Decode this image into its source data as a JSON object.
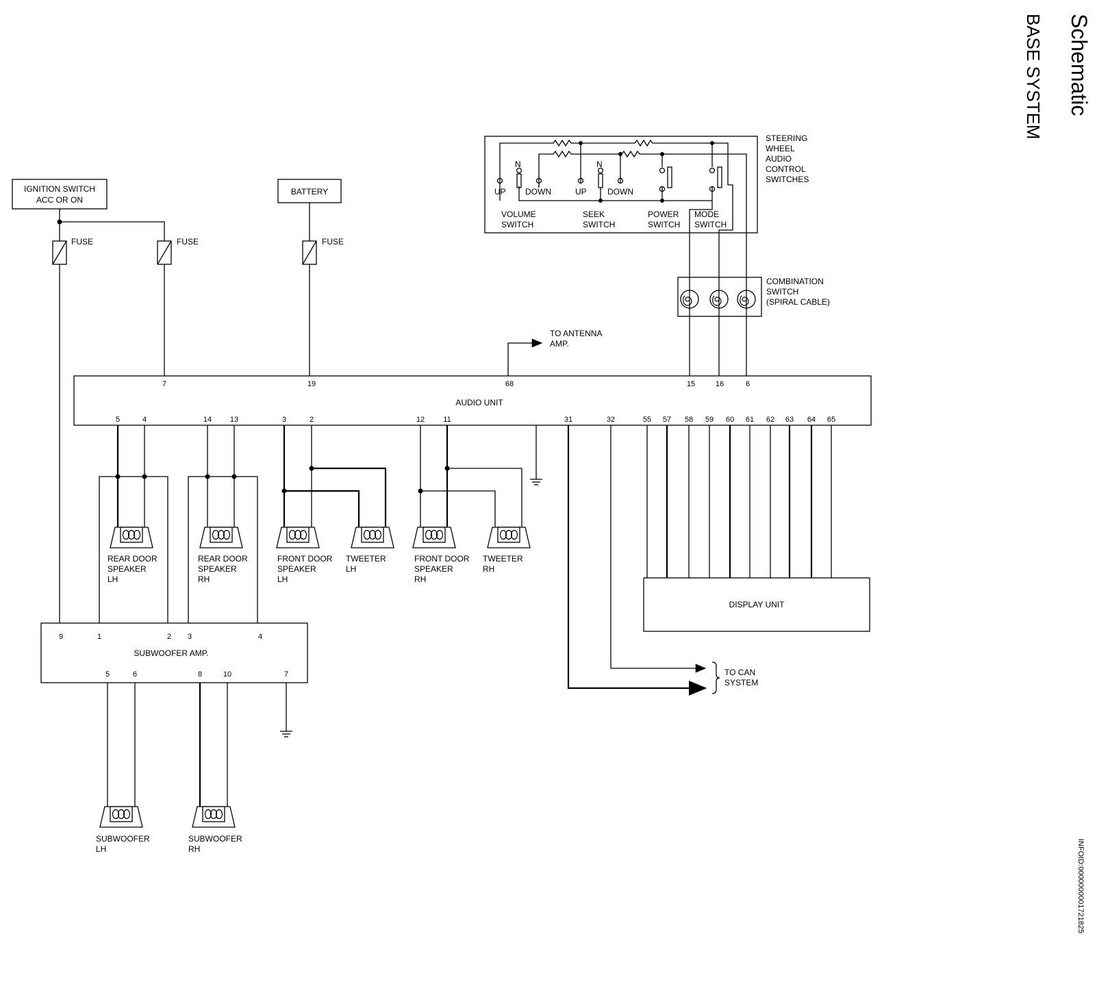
{
  "header": {
    "title": "Schematic",
    "subtitle": "BASE SYSTEM",
    "info_id": "INFOID:0000000001721825"
  },
  "power": {
    "ignition_line1": "IGNITION SWITCH",
    "ignition_line2": "ACC OR ON",
    "battery": "BATTERY",
    "fuse": "FUSE"
  },
  "steering": {
    "label": [
      "STEERING",
      "WHEEL",
      "AUDIO",
      "CONTROL",
      "SWITCHES"
    ],
    "n": "N",
    "up": "UP",
    "down": "DOWN",
    "volume": [
      "VOLUME",
      "SWITCH"
    ],
    "seek": [
      "SEEK",
      "SWITCH"
    ],
    "power": [
      "POWER",
      "SWITCH"
    ],
    "mode": [
      "MODE",
      "SWITCH"
    ]
  },
  "combination": [
    "COMBINATION",
    "SWITCH",
    "(SPIRAL CABLE)"
  ],
  "antenna": [
    "TO ANTENNA",
    "AMP."
  ],
  "audio_unit": {
    "label": "AUDIO UNIT",
    "top_pins": [
      "7",
      "19",
      "68",
      "15",
      "16",
      "6"
    ],
    "bottom_pins": [
      "5",
      "4",
      "14",
      "13",
      "3",
      "2",
      "12",
      "11",
      "31",
      "32",
      "55",
      "57",
      "58",
      "59",
      "60",
      "61",
      "62",
      "63",
      "64",
      "65"
    ]
  },
  "speakers": {
    "rear_lh": [
      "REAR DOOR",
      "SPEAKER",
      "LH"
    ],
    "rear_rh": [
      "REAR DOOR",
      "SPEAKER",
      "RH"
    ],
    "front_lh": [
      "FRONT DOOR",
      "SPEAKER",
      "LH"
    ],
    "tweeter_lh": [
      "TWEETER",
      "LH"
    ],
    "front_rh": [
      "FRONT DOOR",
      "SPEAKER",
      "RH"
    ],
    "tweeter_rh": [
      "TWEETER",
      "RH"
    ],
    "sub_lh": [
      "SUBWOOFER",
      "LH"
    ],
    "sub_rh": [
      "SUBWOOFER",
      "RH"
    ]
  },
  "display_unit": "DISPLAY UNIT",
  "can": [
    "TO CAN",
    "SYSTEM"
  ],
  "sub_amp": {
    "label": "SUBWOOFER AMP.",
    "top_pins": [
      "9",
      "1",
      "2",
      "3",
      "4"
    ],
    "bottom_pins": [
      "5",
      "6",
      "8",
      "10",
      "7"
    ]
  }
}
